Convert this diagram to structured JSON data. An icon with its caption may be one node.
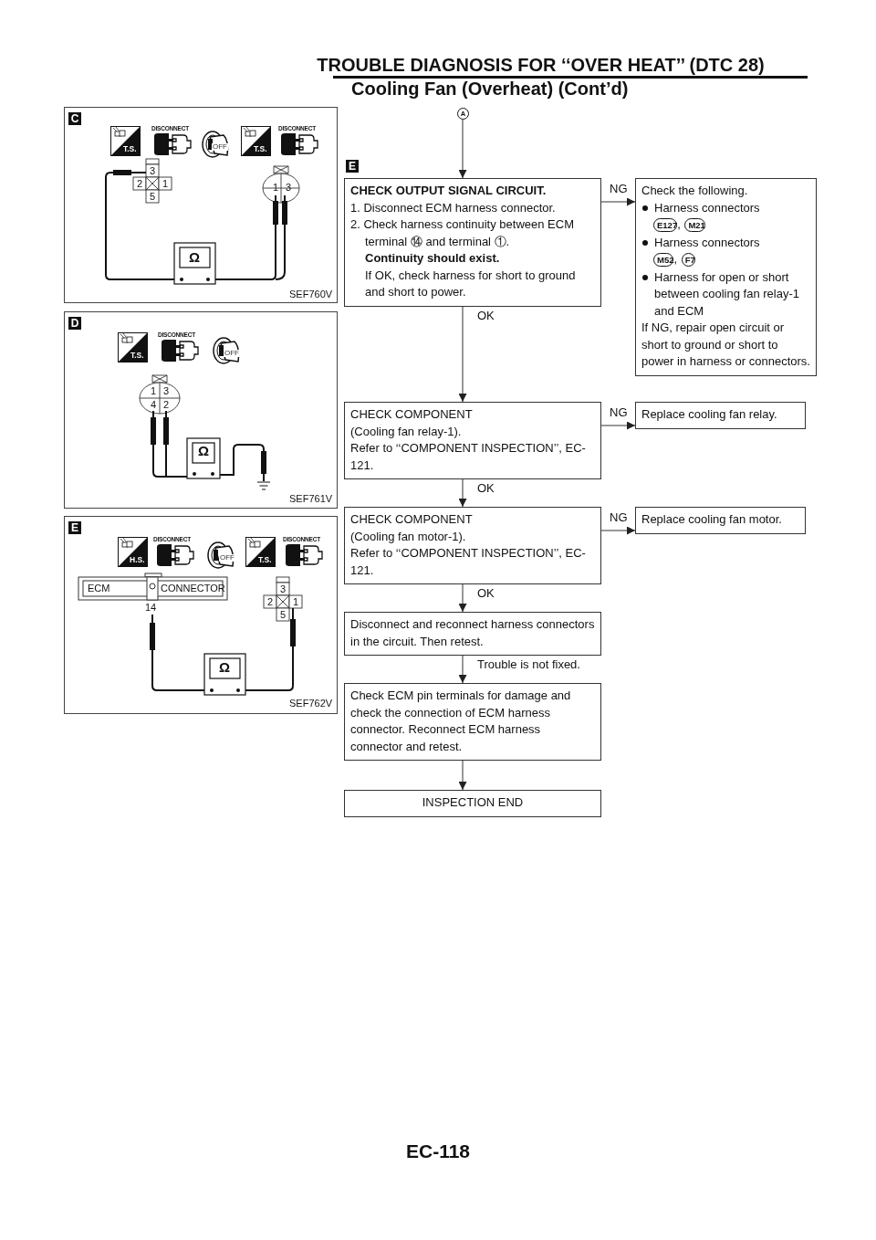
{
  "diagram": {
    "title": "TROUBLE DIAGNOSIS FOR ‘‘OVER HEAT’’ (DTC 28)",
    "nodes": [
      {
        "text": [
          "A"
        ]
      },
      {
        "text": [
          "CHECK OUTPUT SIGNAL CIRCUIT.",
          "1. Disconnect ECM harness connector.",
          "2. Check harness continuity between ECM terminal ⑭ and terminal ①.",
          "Continuity should exist.",
          "If OK, check harness for short to ground and short to power."
        ],
        "beside": [
          "E"
        ]
      },
      {
        "text": [
          "Check the following.",
          "Harness connectors",
          "E127, M21",
          "Harness connectors",
          "M52, F7",
          "Harness for open or short between cooling fan relay-1 and ECM",
          "If NG, repair open circuit or short to ground or short to power in harness or connectors."
        ]
      },
      {
        "text": [
          "CHECK COMPONENT",
          "(Cooling fan relay-1).",
          "Refer to ‘‘COMPONENT INSPECTION’’, EC-121."
        ]
      },
      {
        "text": [
          "Replace cooling fan relay."
        ]
      },
      {
        "text": [
          "CHECK COMPONENT",
          "(Cooling fan motor-1).",
          "Refer to ‘‘COMPONENT INSPECTION’’, EC-121."
        ]
      },
      {
        "text": [
          "Replace cooling fan motor."
        ]
      },
      {
        "text": [
          "Disconnect and reconnect harness connectors in the circuit. Then retest."
        ]
      },
      {
        "text": [
          "Check ECM pin terminals for damage and check the connection of ECM harness connector. Reconnect ECM harness connector and retest."
        ]
      },
      {
        "text": [
          "INSPECTION END"
        ]
      },
      {
        "text": [
          "C",
          "T.S.",
          "DISCONNECT",
          "OFF",
          "T.S.",
          "DISCONNECT",
          "3",
          "2",
          "1",
          "5",
          "1",
          "3",
          "Ω",
          "SEF760V"
        ]
      },
      {
        "text": [
          "D",
          "T.S.",
          "DISCONNECT",
          "OFF",
          "1",
          "3",
          "4",
          "2",
          "Ω",
          "SEF761V"
        ]
      },
      {
        "text": [
          "E",
          "H.S.",
          "DISCONNECT",
          "OFF",
          "T.S.",
          "DISCONNECT",
          "ECM",
          "CONNECTOR",
          "14",
          "3",
          "2",
          "1",
          "5",
          "Ω",
          "SEF762V"
        ]
      }
    ],
    "edges": [
      {
        "from": 0,
        "to": 1,
        "arrow": "to"
      },
      {
        "from": 1,
        "to": 2,
        "arrow": "to",
        "label": "NG"
      },
      {
        "from": 1,
        "to": 3,
        "arrow": "to",
        "label": "OK"
      },
      {
        "from": 3,
        "to": 4,
        "arrow": "to",
        "label": "NG"
      },
      {
        "from": 3,
        "to": 5,
        "arrow": "to",
        "label": "OK"
      },
      {
        "from": 5,
        "to": 6,
        "arrow": "to",
        "label": "NG"
      },
      {
        "from": 5,
        "to": 7,
        "arrow": "to",
        "label": "OK"
      },
      {
        "from": 7,
        "to": 8,
        "arrow": "to",
        "label": "Trouble is not fixed."
      },
      {
        "from": 8,
        "to": 9,
        "arrow": "to"
      }
    ],
    "labels": [
      "Cooling Fan (Overheat) (Cont’d)",
      "EC-118"
    ]
  }
}
